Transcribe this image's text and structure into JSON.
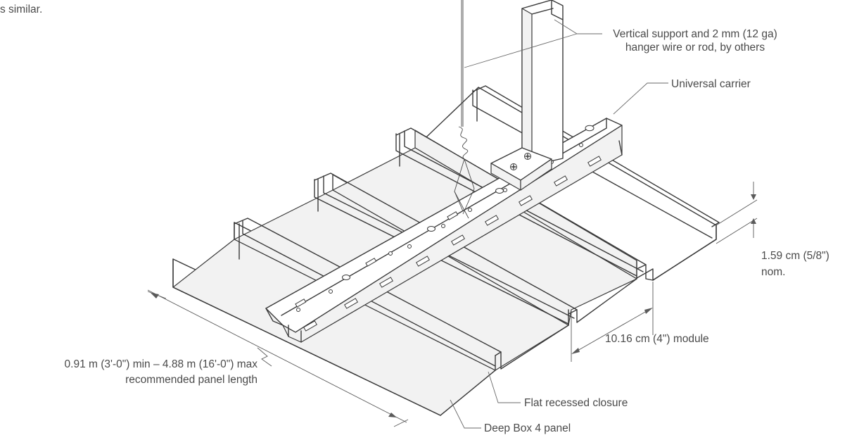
{
  "labels": {
    "note_fragment": "s similar.",
    "vertical_support_line1": "Vertical support and 2 mm (12 ga)",
    "vertical_support_line2": "hanger wire or rod, by others",
    "universal_carrier": "Universal carrier",
    "height_dim_line1": "1.59 cm (5/8\")",
    "height_dim_line2": "nom.",
    "module_dim": "10.16 cm (4\") module",
    "length_line1": "0.91 m (3'-0\") min – 4.88 m (16'-0\") max",
    "length_line2": "recommended panel length",
    "flat_recessed_closure": "Flat recessed closure",
    "deep_box_panel": "Deep Box 4 panel"
  },
  "colors": {
    "line": "#3a3a3a",
    "label_text": "#4a4a4a",
    "background": "#ffffff"
  }
}
